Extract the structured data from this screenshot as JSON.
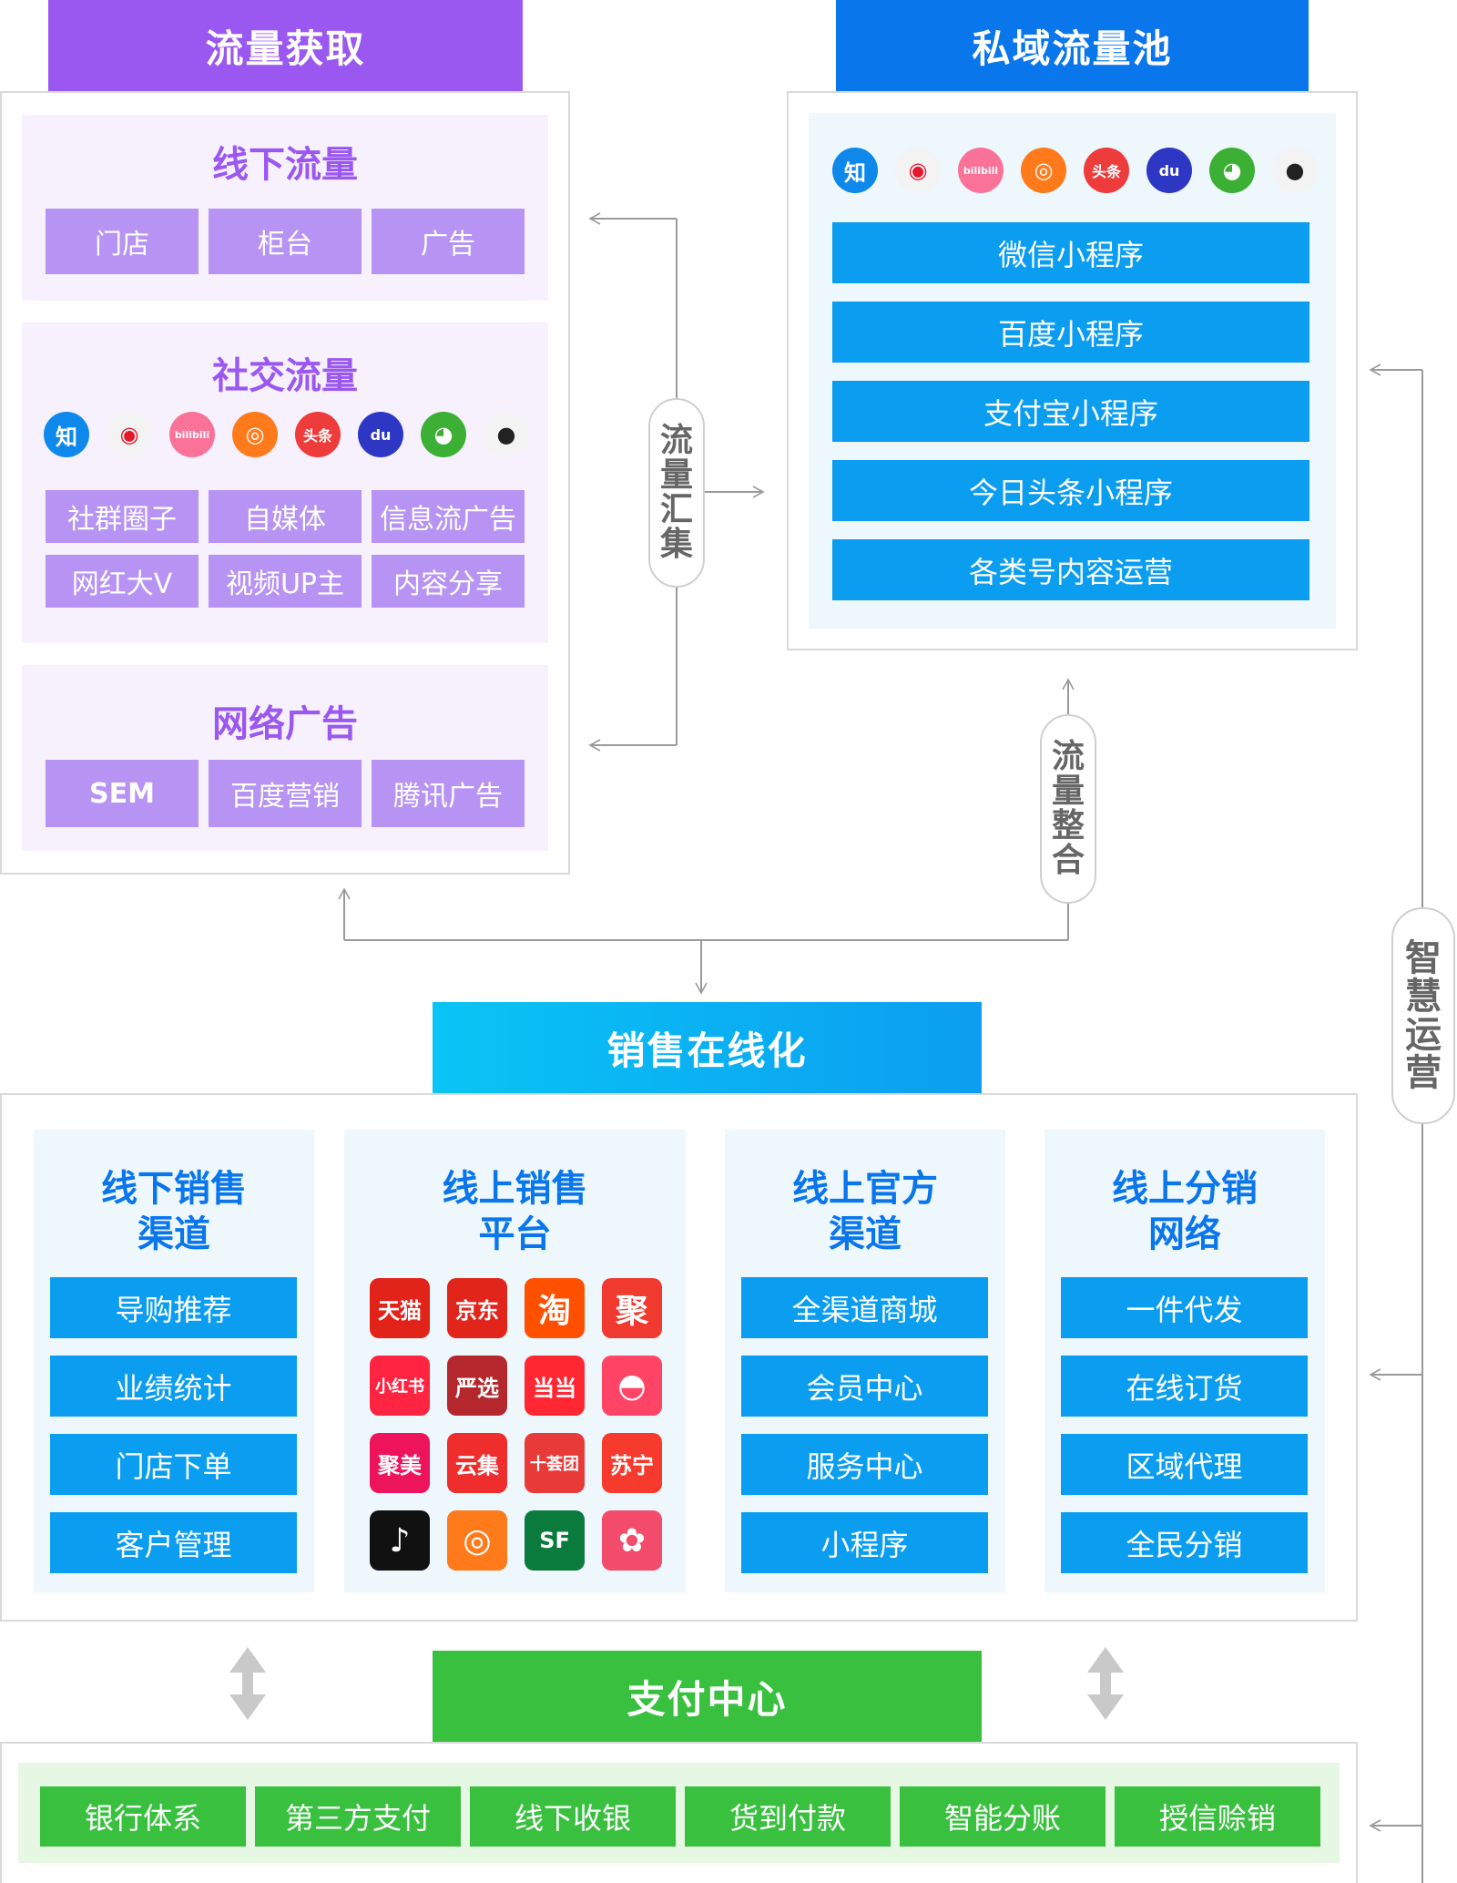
{
  "traffic_acquisition": {
    "header": "流量获取",
    "offline": {
      "title": "线下流量",
      "chips": [
        "门店",
        "柜台",
        "广告"
      ]
    },
    "social": {
      "title": "社交流量",
      "chips": [
        "社群圈子",
        "自媒体",
        "信息流广告",
        "网红大V",
        "视频UP主",
        "内容分享"
      ]
    },
    "network_ads": {
      "title": "网络广告",
      "chips": [
        "SEM",
        "百度营销",
        "腾讯广告"
      ]
    }
  },
  "social_icons": [
    {
      "icon": "zhihu-icon",
      "glyph": "知",
      "color": "#0f88eb"
    },
    {
      "icon": "weibo-icon",
      "glyph": "◉",
      "color": "#e6162d"
    },
    {
      "icon": "bilibili-icon",
      "glyph": "bilibili",
      "color": "#fb7299"
    },
    {
      "icon": "kuaishou-icon",
      "glyph": "◎",
      "color": "#ff7a1a"
    },
    {
      "icon": "toutiao-icon",
      "glyph": "头条",
      "color": "#ee3b3b"
    },
    {
      "icon": "baidu-icon",
      "glyph": "du",
      "color": "#2d37c4"
    },
    {
      "icon": "wechat-icon",
      "glyph": "◕",
      "color": "#3cb034"
    },
    {
      "icon": "qq-icon",
      "glyph": "●",
      "color": "#222222"
    }
  ],
  "private_pool": {
    "header": "私域流量池",
    "items": [
      "微信小程序",
      "百度小程序",
      "支付宝小程序",
      "今日头条小程序",
      "各类号内容运营"
    ]
  },
  "connectors": {
    "traffic_aggregation": "流量汇集",
    "traffic_integration": "流量整合",
    "smart_operation": "智慧运营"
  },
  "sales_online": {
    "header": "销售在线化",
    "offline_channel": {
      "title_line1": "线下销售",
      "title_line2": "渠道",
      "items": [
        "导购推荐",
        "业绩统计",
        "门店下单",
        "客户管理"
      ]
    },
    "online_platform": {
      "title_line1": "线上销售",
      "title_line2": "平台"
    },
    "official_channel": {
      "title_line1": "线上官方",
      "title_line2": "渠道",
      "items": [
        "全渠道商城",
        "会员中心",
        "服务中心",
        "小程序"
      ]
    },
    "distribution": {
      "title_line1": "线上分销",
      "title_line2": "网络",
      "items": [
        "一件代发",
        "在线订货",
        "区域代理",
        "全民分销"
      ]
    }
  },
  "platform_apps": [
    {
      "icon": "tmall-icon",
      "glyph": "天猫",
      "color": "#e2231a"
    },
    {
      "icon": "jd-icon",
      "glyph": "京东",
      "color": "#e1251b"
    },
    {
      "icon": "taobao-icon",
      "glyph": "淘",
      "color": "#ff5000"
    },
    {
      "icon": "juhuasuan-icon",
      "glyph": "聚",
      "color": "#f03a2f"
    },
    {
      "icon": "xiaohongshu-icon",
      "glyph": "小红书",
      "color": "#ff2442"
    },
    {
      "icon": "yanxuan-icon",
      "glyph": "严选",
      "color": "#b4282d"
    },
    {
      "icon": "dangdang-icon",
      "glyph": "当当",
      "color": "#ff2832"
    },
    {
      "icon": "mogujie-icon",
      "glyph": "◓",
      "color": "#ff4466"
    },
    {
      "icon": "jumei-icon",
      "glyph": "聚美",
      "color": "#ed145b"
    },
    {
      "icon": "yunji-icon",
      "glyph": "云集",
      "color": "#ef2d2d"
    },
    {
      "icon": "shiquantuan-icon",
      "glyph": "十荟团",
      "color": "#e93a3a"
    },
    {
      "icon": "suning-icon",
      "glyph": "苏宁",
      "color": "#f63a2d"
    },
    {
      "icon": "douyin-icon",
      "glyph": "♪",
      "color": "#111111"
    },
    {
      "icon": "kuaishou-app-icon",
      "glyph": "◎",
      "color": "#ff7a1a"
    },
    {
      "icon": "sf-icon",
      "glyph": "SF",
      "color": "#0b7a3d"
    },
    {
      "icon": "flower-app-icon",
      "glyph": "✿",
      "color": "#f24b6b"
    }
  ],
  "payment": {
    "header": "支付中心",
    "items": [
      "银行体系",
      "第三方支付",
      "线下收银",
      "货到付款",
      "智能分账",
      "授信赊销"
    ]
  }
}
